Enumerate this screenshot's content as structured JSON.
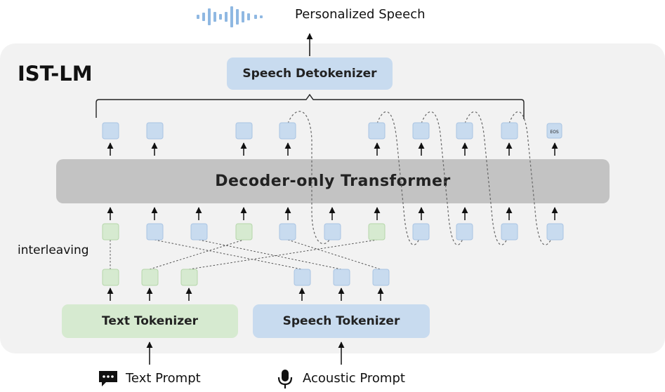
{
  "output": {
    "label": "Personalized Speech",
    "icon": "waveform-icon"
  },
  "model": {
    "title": "IST-LM"
  },
  "modules": {
    "detokenizer": "Speech Detokenizer",
    "transformer": "Decoder-only Transformer",
    "text_tokenizer": "Text Tokenizer",
    "speech_tokenizer": "Speech Tokenizer"
  },
  "interleaving_label": "interleaving",
  "eos_label": "EOS",
  "inputs": {
    "text_prompt": {
      "label": "Text Prompt",
      "icon": "chat-icon"
    },
    "acoustic_prompt": {
      "label": "Acoustic Prompt",
      "icon": "microphone-icon"
    }
  },
  "colors": {
    "text_token": "#d6ead0",
    "text_token_border": "#b5d7aa",
    "speech_token": "#c8dbef",
    "speech_token_border": "#a9c4e3",
    "transformer": "#c3c3c3",
    "panel": "#f2f2f2",
    "waveform": "#8fb8e2"
  },
  "token_sequence": [
    "text",
    "speech",
    "speech",
    "text",
    "speech",
    "speech",
    "text",
    "speech",
    "speech",
    "speech",
    "speech"
  ]
}
